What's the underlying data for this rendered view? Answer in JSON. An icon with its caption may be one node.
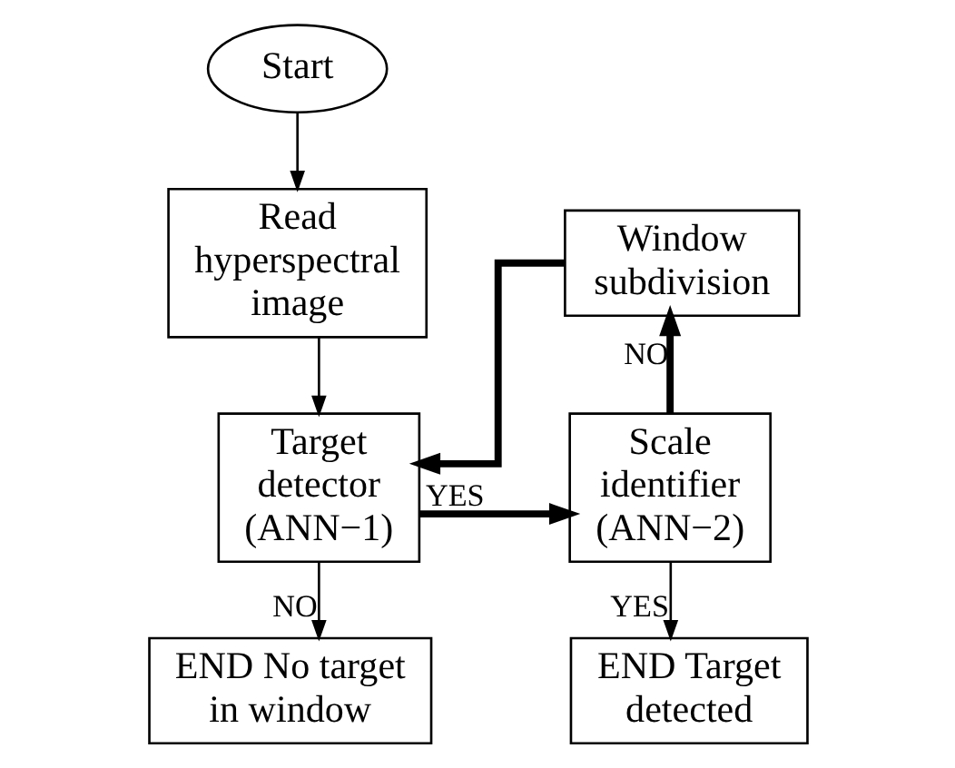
{
  "diagram": {
    "nodes": [
      {
        "text": [
          "Start"
        ]
      },
      {
        "text": [
          "Read hyperspectral image"
        ]
      },
      {
        "text": [
          "Window subdivision"
        ]
      },
      {
        "text": [
          "Target detector (ANN−1)"
        ]
      },
      {
        "text": [
          "Scale identifier (ANN−2)"
        ]
      },
      {
        "text": [
          "END No target in window"
        ]
      },
      {
        "text": [
          "END Target detected"
        ]
      }
    ],
    "edges": [
      {
        "from": 0,
        "to": 1,
        "arrow": "to"
      },
      {
        "from": 1,
        "to": 3,
        "arrow": "to"
      },
      {
        "from": 3,
        "to": 4,
        "arrow": "to",
        "label": "YES",
        "style": "thick"
      },
      {
        "from": 4,
        "to": 2,
        "arrow": "to",
        "label": "NO",
        "style": "thick"
      },
      {
        "from": 2,
        "to": 3,
        "arrow": "to",
        "style": "thick"
      },
      {
        "from": 3,
        "to": 5,
        "arrow": "to",
        "label": "NO"
      },
      {
        "from": 4,
        "to": 6,
        "arrow": "to",
        "label": "YES"
      }
    ]
  }
}
